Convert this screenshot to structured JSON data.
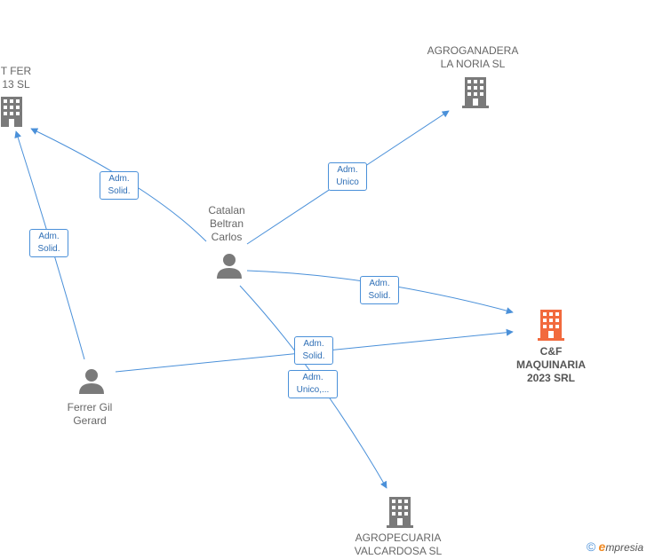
{
  "colors": {
    "edge": "#4a90d9",
    "icon_gray": "#7a7a7a",
    "icon_highlight": "#f26a3d"
  },
  "nodes": {
    "catalan": {
      "label": "Catalan\nBeltran\nCarlos",
      "icon": "person-icon"
    },
    "ferrer": {
      "label": "Ferrer Gil\nGerard",
      "icon": "person-icon"
    },
    "mat_fer": {
      "label": "T FER\n13 SL",
      "icon": "building-icon"
    },
    "agroganadera": {
      "label": "AGROGANADERA\nLA NORIA  SL",
      "icon": "building-icon"
    },
    "cf": {
      "label": "C&F\nMAQUINARIA\n2023 SRL",
      "icon": "building-icon"
    },
    "agropecuaria": {
      "label": "AGROPECUARIA\nVALCARDOSA SL",
      "icon": "building-icon"
    }
  },
  "edges": {
    "catalan_matfer": "Adm.\nSolid.",
    "ferrer_matfer": "Adm.\nSolid.",
    "catalan_agroganadera": "Adm.\nUnico",
    "catalan_cf": "Adm.\nSolid.",
    "ferrer_cf": "Adm.\nSolid.",
    "catalan_agropecuaria": "Adm.\nUnico,..."
  },
  "brand": {
    "copyright": "©",
    "e": "e",
    "rest": "mpresia"
  }
}
